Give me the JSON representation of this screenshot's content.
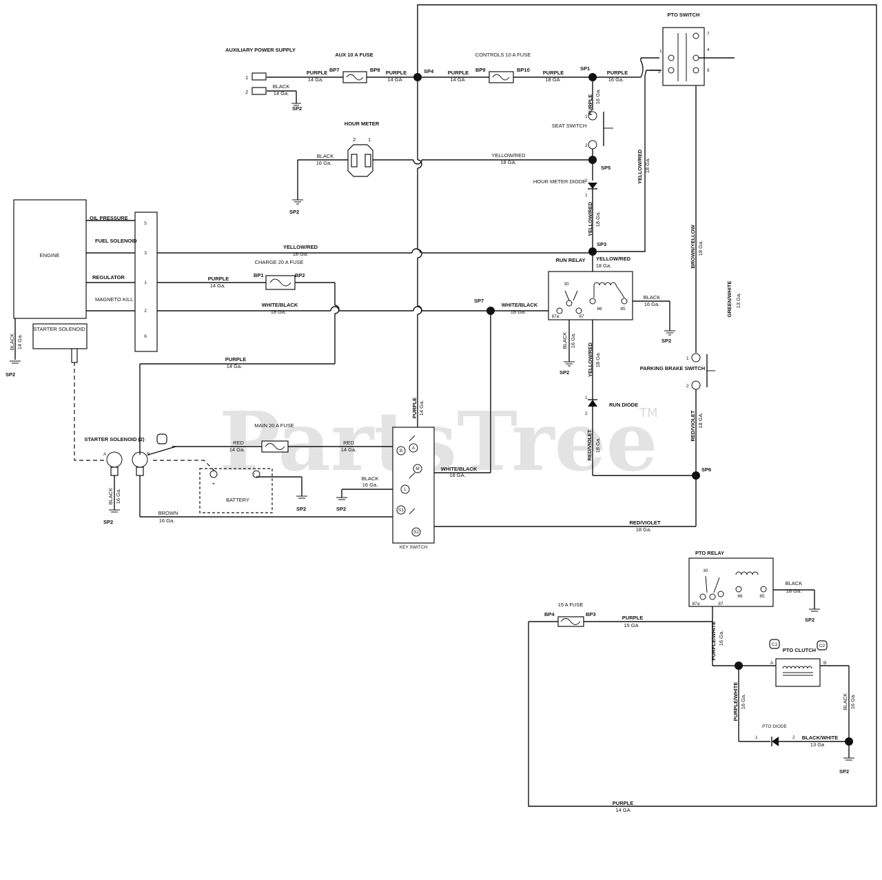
{
  "watermark": {
    "text": "PartsTree",
    "tm": "TM"
  },
  "components": {
    "aux_power": "AUXILIARY POWER SUPPLY",
    "aux_power_pins": [
      "1",
      "2"
    ],
    "aux_fuse": "AUX 10 A FUSE",
    "controls_fuse": "CONTROLS 10 A FUSE",
    "charge_fuse": "CHARGE 20 A FUSE",
    "main_fuse": "MAIN 20 A FUSE",
    "hour_meter": "HOUR METER",
    "hour_meter_pins": [
      "2",
      "1"
    ],
    "hour_meter_diode": "HOUR METER DIODE",
    "engine": "ENGINE",
    "starter_solenoid_engine": "STARTER SOLENOID",
    "starter_solenoid": "STARTER SOLENOID (2)",
    "battery": "BATTERY",
    "key_switch": "KEY SWITCH",
    "seat_switch": "SEAT SWITCH",
    "run_relay": "RUN RELAY",
    "run_diode": "RUN DIODE",
    "parking_brake": "PARKING BRAKE SWITCH",
    "pto_switch": "PTO SWITCH",
    "pto_relay": "PTO RELAY",
    "pto_clutch": "PTO CLUTCH",
    "pto_diode": "PTO DIODE",
    "pto_fuse": "15 A FUSE"
  },
  "engine_pins": [
    {
      "label": "OIL PRESSURE",
      "num": "5"
    },
    {
      "label": "FUEL SOLENOID",
      "num": "3"
    },
    {
      "label": "REGULATOR",
      "num": "1"
    },
    {
      "label": "MAGNETO KILL",
      "num": "2"
    },
    {
      "label": "",
      "num": "6"
    }
  ],
  "connectors": {
    "bp7": "BP7",
    "bp8": "BP8",
    "bp9": "BP9",
    "bp10": "BP10",
    "bp1": "BP1",
    "bp2": "BP2",
    "bp3": "BP3",
    "bp4": "BP4",
    "sp1": "SP1",
    "sp2": "SP2",
    "sp3": "SP3",
    "sp4": "SP4",
    "sp5": "SP5",
    "sp6": "SP6",
    "sp7": "SP7"
  },
  "pins": {
    "p1": "1",
    "p2": "2",
    "p3": "3",
    "p4": "4",
    "p7": "7",
    "p9": "9",
    "r30": "30",
    "r87a": "87a",
    "r87": "87",
    "r86": "86",
    "r85": "85",
    "A": "A",
    "B": "B",
    "B_t": "B",
    "M_t": "M",
    "L_t": "L",
    "S1_t": "S1",
    "S2_t": "S2",
    "A_t": "A",
    "minus": "-",
    "plus": "+",
    "c1": "C1",
    "c2": "C2"
  },
  "wires": {
    "purple_14": "PURPLE",
    "g14": "14 Ga.",
    "g14u": "14 GA",
    "black_14": "BLACK",
    "g14b": "14 Ga.",
    "purple_18": "PURPLE",
    "g18u": "18 GA",
    "purple_16": "PURPLE",
    "g16": "16 Ga.",
    "black_16": "BLACK",
    "g16b": "16 Ga.",
    "yellow_red": "YELLOW/RED",
    "g18": "18 Ga.",
    "g18U": "18 GA.",
    "white_black": "WHITE/BLACK",
    "red": "RED",
    "brown": "BROWN",
    "brown_yellow": "BROWN/YELLOW",
    "green_white": "GREEN/WHITE",
    "g13": "13 Ga.",
    "red_violet": "RED/VIOLET",
    "purple_white": "PURPLE/WHITE",
    "black_white": "BLACK/WHITE",
    "g13b": "13 Ga",
    "purple_15": "PURPLE",
    "g15": "15 GA",
    "black_18": "BLACK",
    "g18b": "18 Ga.",
    "g16c": "16 Ga.",
    "g18c": "18 Ga.",
    "g18d": "18 GA."
  }
}
